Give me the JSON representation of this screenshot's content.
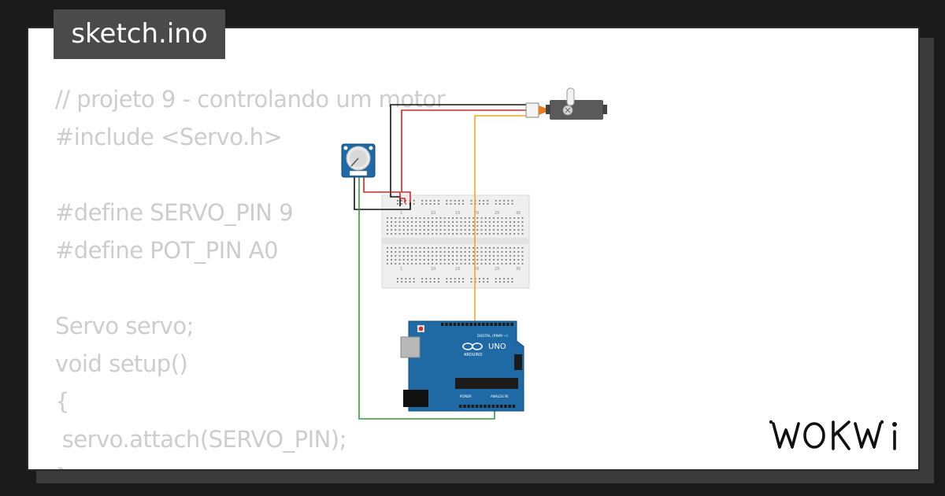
{
  "title": "sketch.ino",
  "code_lines": [
    "// projeto 9 - controlando um motor",
    "#include <Servo.h>",
    "",
    "#define SERVO_PIN 9",
    "#define POT_PIN A0",
    "",
    "Servo servo;",
    "void setup()",
    "{",
    " servo.attach(SERVO_PIN);",
    "}"
  ],
  "logo": "WOKWi",
  "arduino": {
    "board_label": "UNO",
    "brand": "ARDUINO",
    "digital_label": "DIGITAL (PWM ~)",
    "analog_label": "ANALOG IN",
    "power_label": "POWER"
  },
  "colors": {
    "wire_black": "#111111",
    "wire_red": "#e02020",
    "wire_orange": "#f5a623",
    "wire_green": "#2e9e3a",
    "board_blue": "#1f6aa5"
  }
}
